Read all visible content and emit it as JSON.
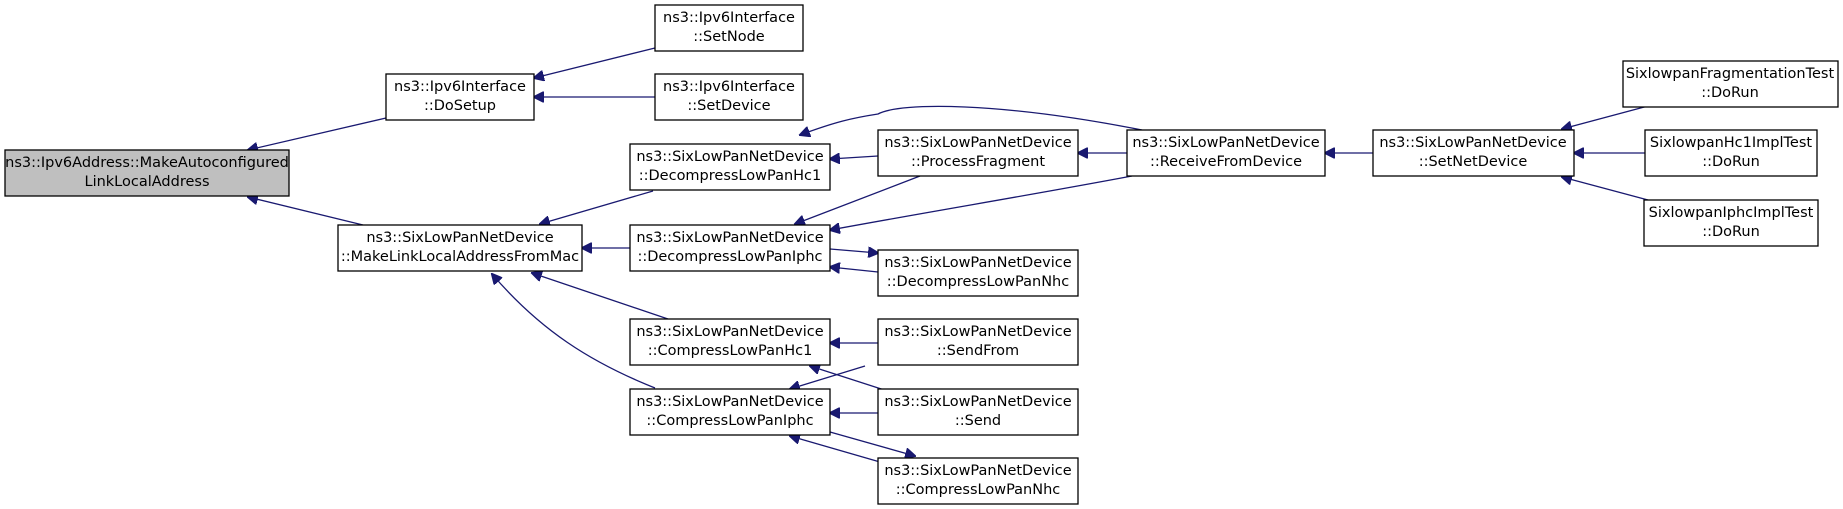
{
  "nodes": [
    {
      "id": "root",
      "lines": [
        "ns3::Ipv6Address::MakeAutoconfigured",
        "LinkLocalAddress"
      ],
      "root": true
    },
    {
      "id": "doSetup",
      "lines": [
        "ns3::Ipv6Interface",
        "::DoSetup"
      ]
    },
    {
      "id": "makeLL",
      "lines": [
        "ns3::SixLowPanNetDevice",
        "::MakeLinkLocalAddressFromMac"
      ]
    },
    {
      "id": "setNode",
      "lines": [
        "ns3::Ipv6Interface",
        "::SetNode"
      ]
    },
    {
      "id": "setDevice",
      "lines": [
        "ns3::Ipv6Interface",
        "::SetDevice"
      ]
    },
    {
      "id": "decHc1",
      "lines": [
        "ns3::SixLowPanNetDevice",
        "::DecompressLowPanHc1"
      ]
    },
    {
      "id": "decIphc",
      "lines": [
        "ns3::SixLowPanNetDevice",
        "::DecompressLowPanIphc"
      ]
    },
    {
      "id": "compHc1",
      "lines": [
        "ns3::SixLowPanNetDevice",
        "::CompressLowPanHc1"
      ]
    },
    {
      "id": "compIphc",
      "lines": [
        "ns3::SixLowPanNetDevice",
        "::CompressLowPanIphc"
      ]
    },
    {
      "id": "procFrag",
      "lines": [
        "ns3::SixLowPanNetDevice",
        "::ProcessFragment"
      ]
    },
    {
      "id": "decNhc",
      "lines": [
        "ns3::SixLowPanNetDevice",
        "::DecompressLowPanNhc"
      ]
    },
    {
      "id": "sendFrom",
      "lines": [
        "ns3::SixLowPanNetDevice",
        "::SendFrom"
      ]
    },
    {
      "id": "send",
      "lines": [
        "ns3::SixLowPanNetDevice",
        "::Send"
      ]
    },
    {
      "id": "compNhc",
      "lines": [
        "ns3::SixLowPanNetDevice",
        "::CompressLowPanNhc"
      ]
    },
    {
      "id": "recvFrom",
      "lines": [
        "ns3::SixLowPanNetDevice",
        "::ReceiveFromDevice"
      ]
    },
    {
      "id": "setNetDev",
      "lines": [
        "ns3::SixLowPanNetDevice",
        "::SetNetDevice"
      ]
    },
    {
      "id": "fragTest",
      "lines": [
        "SixlowpanFragmentationTest",
        "::DoRun"
      ]
    },
    {
      "id": "hc1Test",
      "lines": [
        "SixlowpanHc1ImplTest",
        "::DoRun"
      ]
    },
    {
      "id": "iphcTest",
      "lines": [
        "SixlowpanIphcImplTest",
        "::DoRun"
      ]
    }
  ],
  "edges": [
    {
      "from": "doSetup",
      "to": "root"
    },
    {
      "from": "makeLL",
      "to": "root"
    },
    {
      "from": "setNode",
      "to": "doSetup"
    },
    {
      "from": "setDevice",
      "to": "doSetup"
    },
    {
      "from": "decHc1",
      "to": "makeLL"
    },
    {
      "from": "decIphc",
      "to": "makeLL"
    },
    {
      "from": "compHc1",
      "to": "makeLL"
    },
    {
      "from": "compIphc",
      "to": "makeLL"
    },
    {
      "from": "procFrag",
      "to": "decHc1"
    },
    {
      "from": "recvFrom",
      "to": "decHc1"
    },
    {
      "from": "procFrag",
      "to": "decIphc"
    },
    {
      "from": "recvFrom",
      "to": "decIphc"
    },
    {
      "from": "decNhc",
      "to": "decIphc"
    },
    {
      "from": "decIphc",
      "to": "decNhc"
    },
    {
      "from": "sendFrom",
      "to": "compHc1"
    },
    {
      "from": "send",
      "to": "compHc1"
    },
    {
      "from": "sendFrom",
      "to": "compIphc"
    },
    {
      "from": "send",
      "to": "compIphc"
    },
    {
      "from": "compNhc",
      "to": "compIphc"
    },
    {
      "from": "compIphc",
      "to": "compNhc"
    },
    {
      "from": "recvFrom",
      "to": "procFrag"
    },
    {
      "from": "setNetDev",
      "to": "recvFrom"
    },
    {
      "from": "fragTest",
      "to": "setNetDev"
    },
    {
      "from": "hc1Test",
      "to": "setNetDev"
    },
    {
      "from": "iphcTest",
      "to": "setNetDev"
    }
  ]
}
